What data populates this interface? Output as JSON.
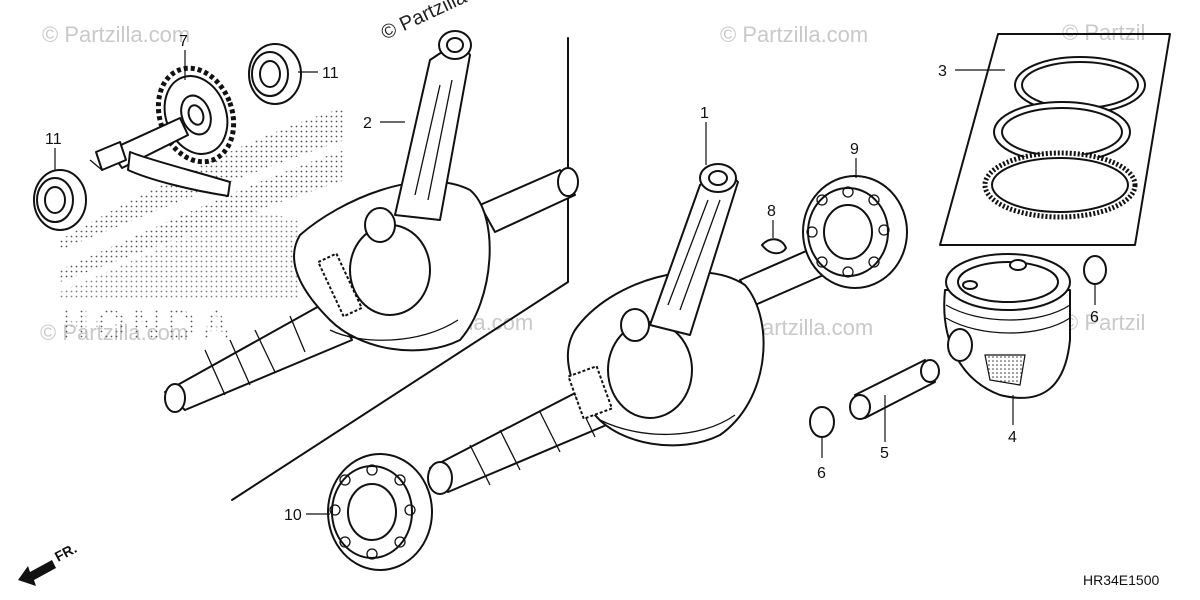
{
  "watermark": {
    "text": "© Partzilla.com",
    "partial_text": "© Partzilla",
    "short_text": "© Partzil"
  },
  "brand_logo_text": "HONDA",
  "diagram_code": "HR34E1500",
  "direction_label": "FR.",
  "callouts": {
    "crank_set_rod": "1",
    "crank_rod_inset": "2",
    "piston_ring_set": "3",
    "piston": "4",
    "piston_pin": "5",
    "pin_clip_left": "6",
    "pin_clip_right": "6",
    "gear_balancer": "7",
    "woodruff_key": "8",
    "bearing_right": "9",
    "bearing_left": "10",
    "bearing_inset_left": "11",
    "bearing_inset_top": "11"
  }
}
